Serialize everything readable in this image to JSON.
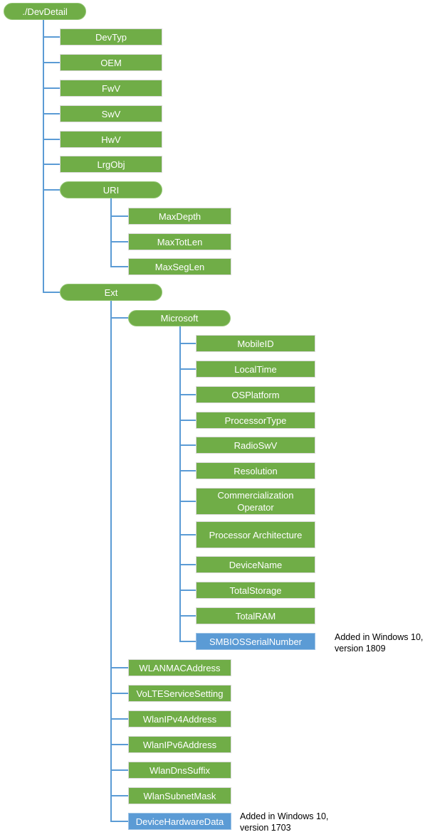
{
  "diagram": {
    "description": "DevDetail configuration service provider node tree",
    "colors": {
      "node_green": "#70AD47",
      "node_blue": "#5B9BD5",
      "connector_blue": "#5B9BD5",
      "node_text": "#FFFFFF",
      "annotation_text": "#000000"
    },
    "root": {
      "label": "./DevDetail"
    },
    "nodes": {
      "devtyp": {
        "label": "DevTyp"
      },
      "oem": {
        "label": "OEM"
      },
      "fwv": {
        "label": "FwV"
      },
      "swv": {
        "label": "SwV"
      },
      "hwv": {
        "label": "HwV"
      },
      "lrgobj": {
        "label": "LrgObj"
      },
      "uri": {
        "label": "URI"
      },
      "maxdepth": {
        "label": "MaxDepth"
      },
      "maxtotlen": {
        "label": "MaxTotLen"
      },
      "maxseglen": {
        "label": "MaxSegLen"
      },
      "ext": {
        "label": "Ext"
      },
      "microsoft": {
        "label": "Microsoft"
      },
      "mobileid": {
        "label": "MobileID"
      },
      "localtime": {
        "label": "LocalTime"
      },
      "osplatform": {
        "label": "OSPlatform"
      },
      "processortype": {
        "label": "ProcessorType"
      },
      "radioswv": {
        "label": "RadioSwV"
      },
      "resolution": {
        "label": "Resolution"
      },
      "commercializationoperator": {
        "label": "Commercialization Operator"
      },
      "processorarchitecture": {
        "label": "Processor Architecture"
      },
      "devicename": {
        "label": "DeviceName"
      },
      "totalstorage": {
        "label": "TotalStorage"
      },
      "totalram": {
        "label": "TotalRAM"
      },
      "smbiosserialnumber": {
        "label": "SMBIOSSerialNumber"
      },
      "wlanmacaddress": {
        "label": "WLANMACAddress"
      },
      "voltesetting": {
        "label": "VoLTEServiceSetting"
      },
      "wlanipv4address": {
        "label": "WlanIPv4Address"
      },
      "wlanipv6address": {
        "label": "WlanIPv6Address"
      },
      "wlandnssuffix": {
        "label": "WlanDnsSuffix"
      },
      "wlansubnetmask": {
        "label": "WlanSubnetMask"
      },
      "devicehardwaredata": {
        "label": "DeviceHardwareData"
      }
    },
    "annotations": {
      "smbios": {
        "text": "Added in Windows 10, version 1809"
      },
      "devicehardware": {
        "text": "Added in Windows 10, version 1703"
      }
    }
  }
}
